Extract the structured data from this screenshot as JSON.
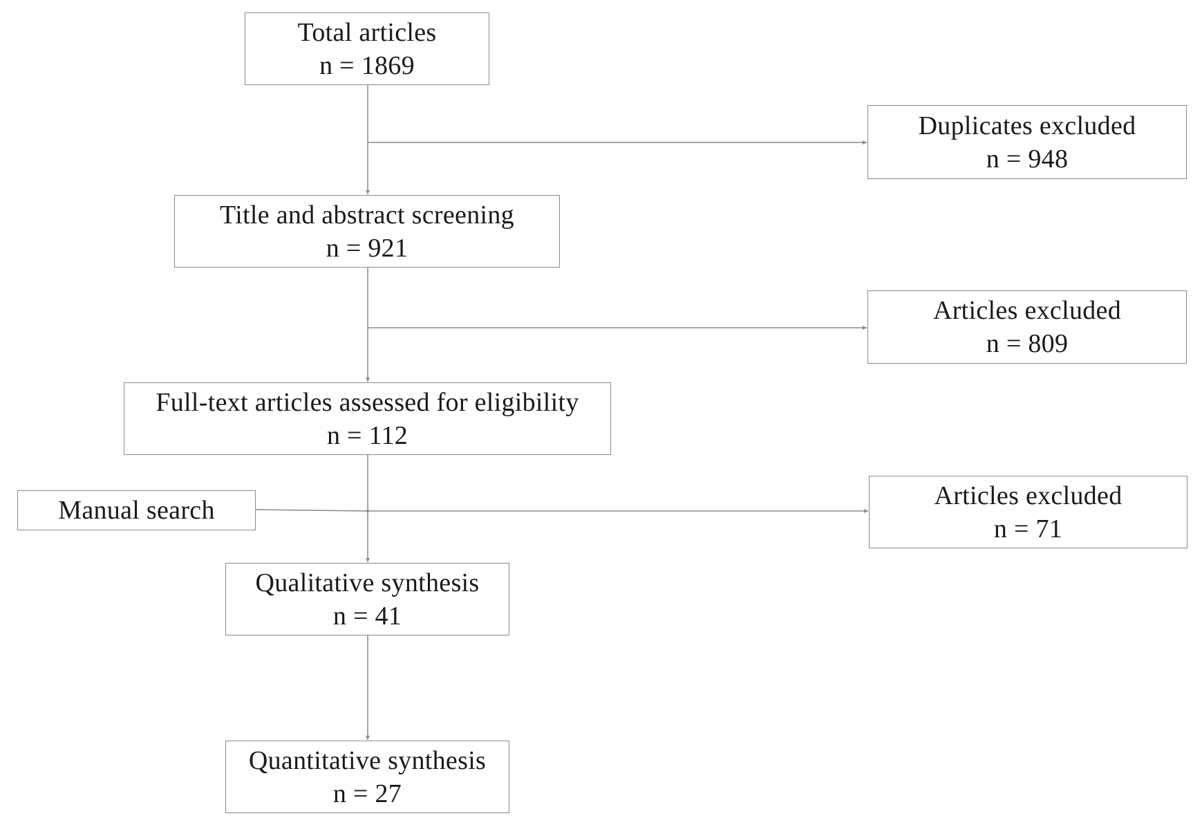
{
  "flow": {
    "total": {
      "label": "Total articles",
      "count": "n = 1869"
    },
    "duplicates": {
      "label": "Duplicates excluded",
      "count": "n = 948"
    },
    "screening": {
      "label": "Title and abstract screening",
      "count": "n = 921"
    },
    "excluded_screening": {
      "label": "Articles excluded",
      "count": "n = 809"
    },
    "fulltext": {
      "label": "Full-text articles assessed for eligibility",
      "count": "n = 112"
    },
    "manual": {
      "label": "Manual search"
    },
    "excluded_fulltext": {
      "label": "Articles excluded",
      "count": "n = 71"
    },
    "qualitative": {
      "label": "Qualitative synthesis",
      "count": "n = 41"
    },
    "quantitative": {
      "label": "Quantitative synthesis",
      "count": "n = 27"
    }
  },
  "colors": {
    "box_border": "#8a8a8a",
    "connector": "#8a8a8a",
    "text": "#1a1a1a",
    "background": "#ffffff"
  }
}
